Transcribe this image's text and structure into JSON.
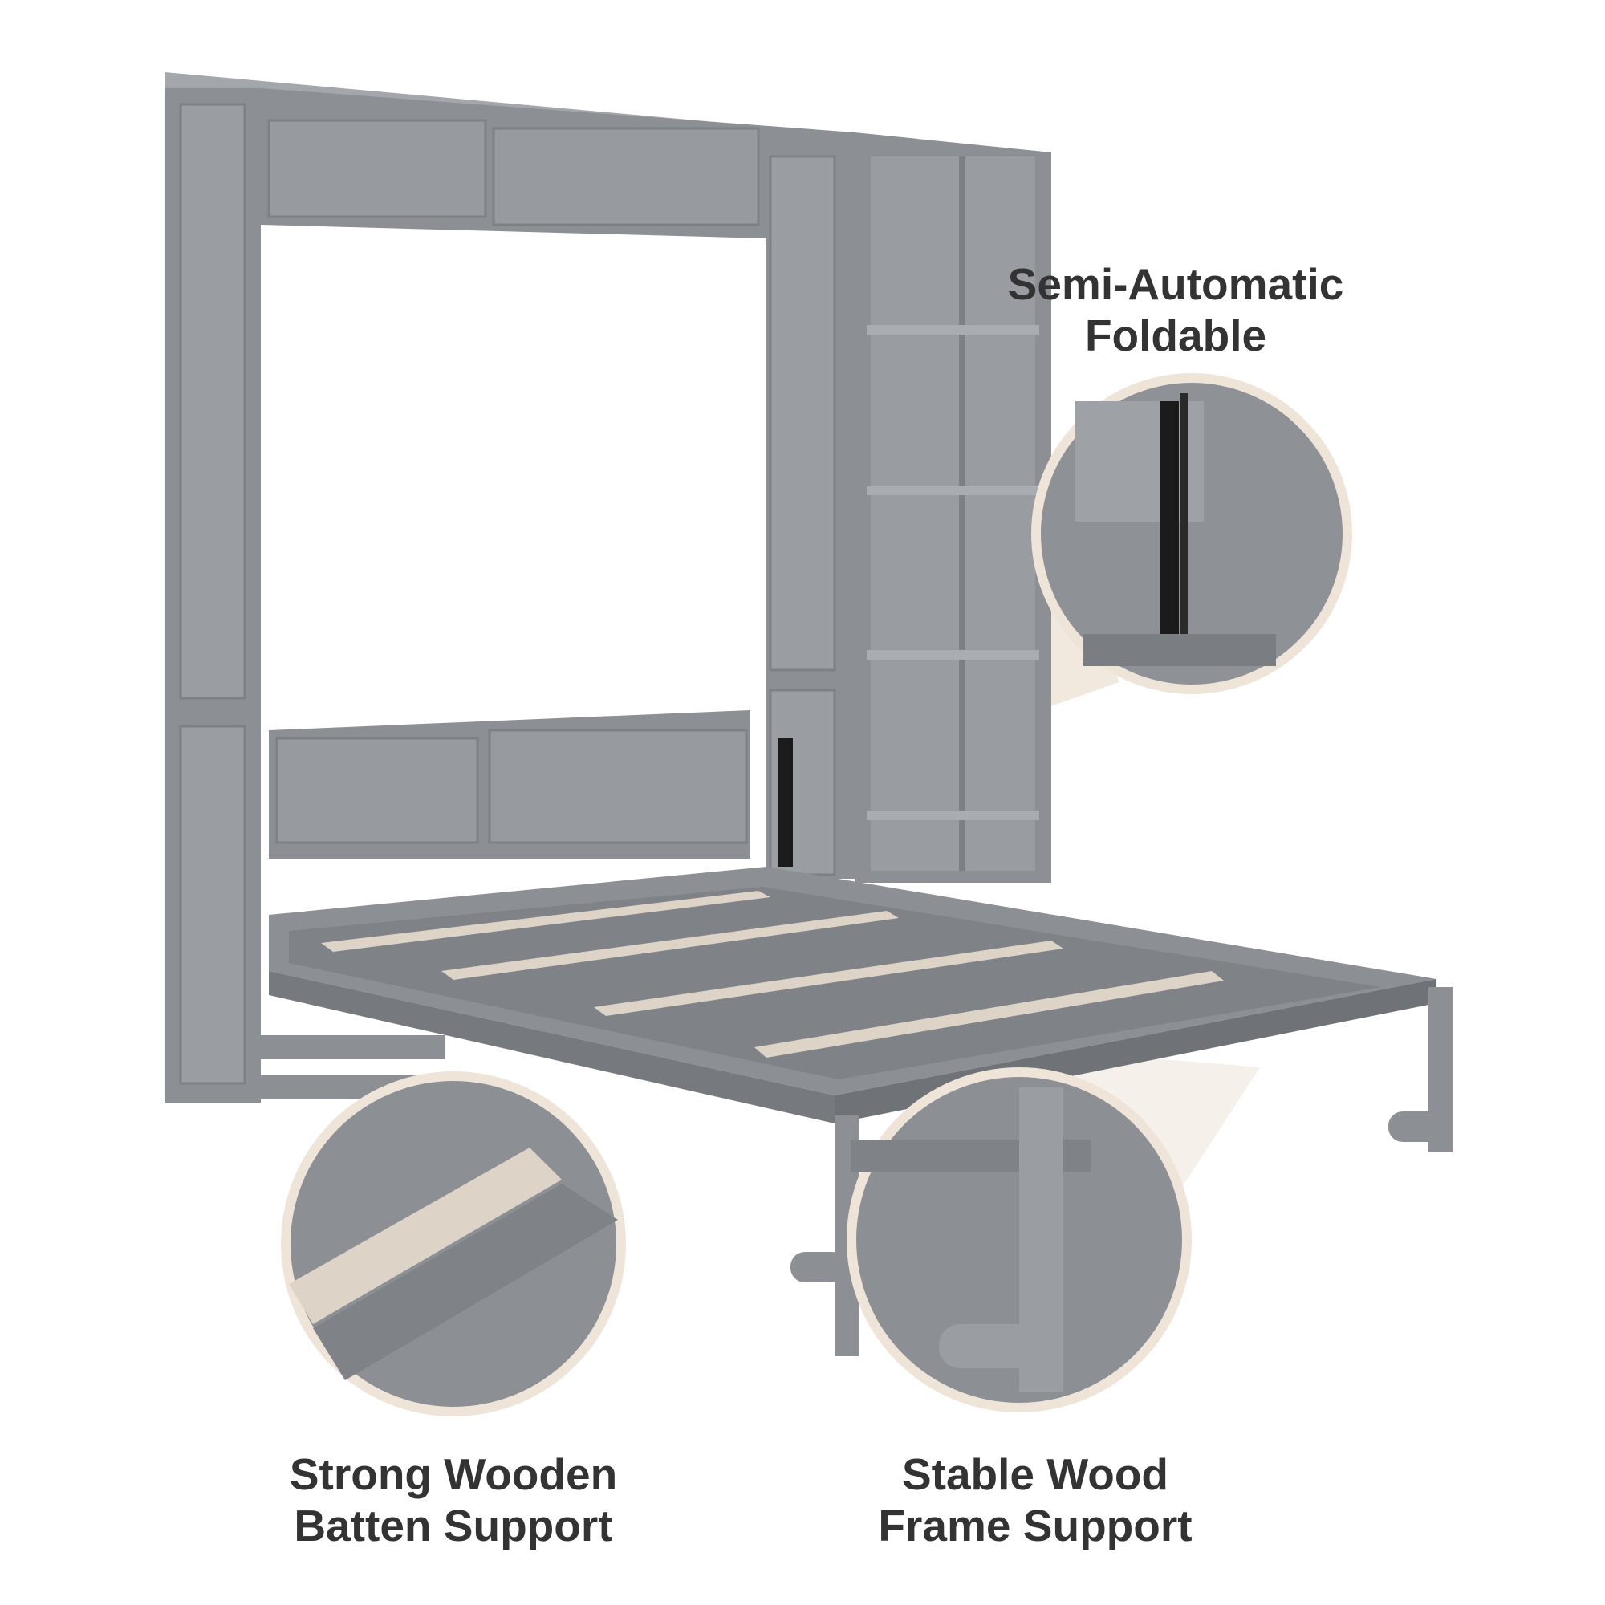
{
  "colors": {
    "furniture": "#8c9095",
    "furniture_dark": "#6f7378",
    "furniture_light": "#a3a7ab",
    "slat": "#ddd3c6",
    "beam": "#efe4d8",
    "callout_ring": "#f4ece2",
    "caption_text": "#333333",
    "hardware": "#1b1b1b"
  },
  "callouts": {
    "semi_automatic": {
      "line1": "Semi-Automatic",
      "line2": "Foldable",
      "icon": "gas-spring-detail"
    },
    "batten": {
      "line1": "Strong Wooden",
      "line2": "Batten Support",
      "icon": "wooden-slat-detail"
    },
    "frame": {
      "line1": "Stable Wood",
      "line2": "Frame Support",
      "icon": "wood-leg-detail"
    }
  }
}
